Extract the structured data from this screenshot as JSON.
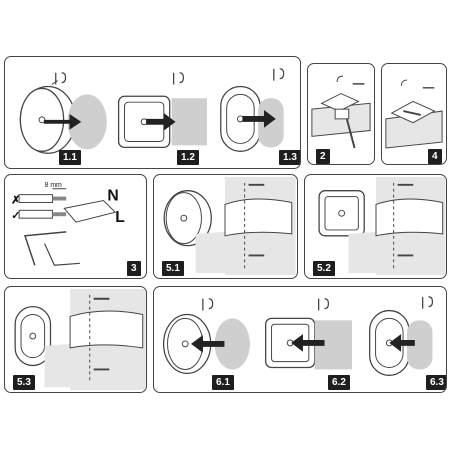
{
  "steps": {
    "s1_1": "1.1",
    "s1_2": "1.2",
    "s1_3": "1.3",
    "s2": "2",
    "s4": "4",
    "s3": "3",
    "s5_1": "5.1",
    "s5_2": "5.2",
    "s5_3": "5.3",
    "s6_1": "6.1",
    "s6_2": "6.2",
    "s6_3": "6.3"
  },
  "wiring": {
    "strip_length": "8 mm",
    "wrong_mark": "✗",
    "right_mark": "✓",
    "neutral": "N",
    "live": "L"
  },
  "colors": {
    "outline": "#444444",
    "gasket": "#cfcfcf",
    "wall": "#e6e6e6",
    "arrow": "#222222",
    "label_bg": "#1e1e1e"
  }
}
